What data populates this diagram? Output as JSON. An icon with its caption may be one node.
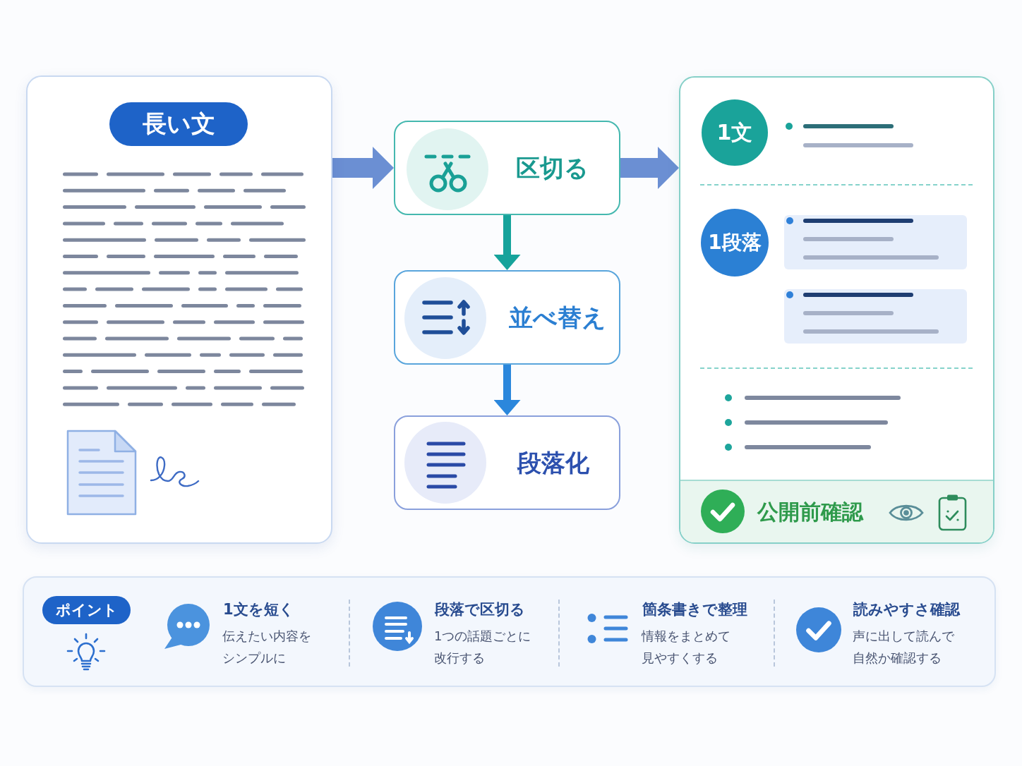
{
  "diagram": {
    "nodes": [
      {
        "text": [],
        "shape": "box"
      },
      {
        "text": [
          "長い文"
        ],
        "in": 0
      },
      {
        "text": [
          "区切る"
        ]
      },
      {
        "text": [
          "並べ替え"
        ]
      },
      {
        "text": [
          "段落化"
        ]
      },
      {
        "text": [],
        "shape": "box"
      },
      {
        "text": [
          "1文"
        ],
        "in": 5
      },
      {
        "text": [
          "1段落"
        ],
        "in": 5
      },
      {
        "text": [
          "公開前確認"
        ],
        "in": 5
      },
      {
        "text": [
          "1文を短く",
          "伝えたい内容をシンプルに",
          "段落で区切る",
          "1つの話題ごとに改行する",
          "箇条書きで整理",
          "情報をまとめて見やすくする",
          "読みやすさ確認",
          "声に出して読んで自然か確認する"
        ]
      },
      {
        "text": [
          "ポイント"
        ],
        "in": 9
      }
    ],
    "edges": [
      {
        "from": 0,
        "to": 2,
        "arrow": "to"
      },
      {
        "from": 2,
        "to": 5,
        "arrow": "to"
      },
      {
        "from": 2,
        "to": 3,
        "arrow": "to",
        "color": "#16a39b"
      },
      {
        "from": 3,
        "to": 4,
        "arrow": "to",
        "color": "#2b87dc"
      }
    ]
  }
}
